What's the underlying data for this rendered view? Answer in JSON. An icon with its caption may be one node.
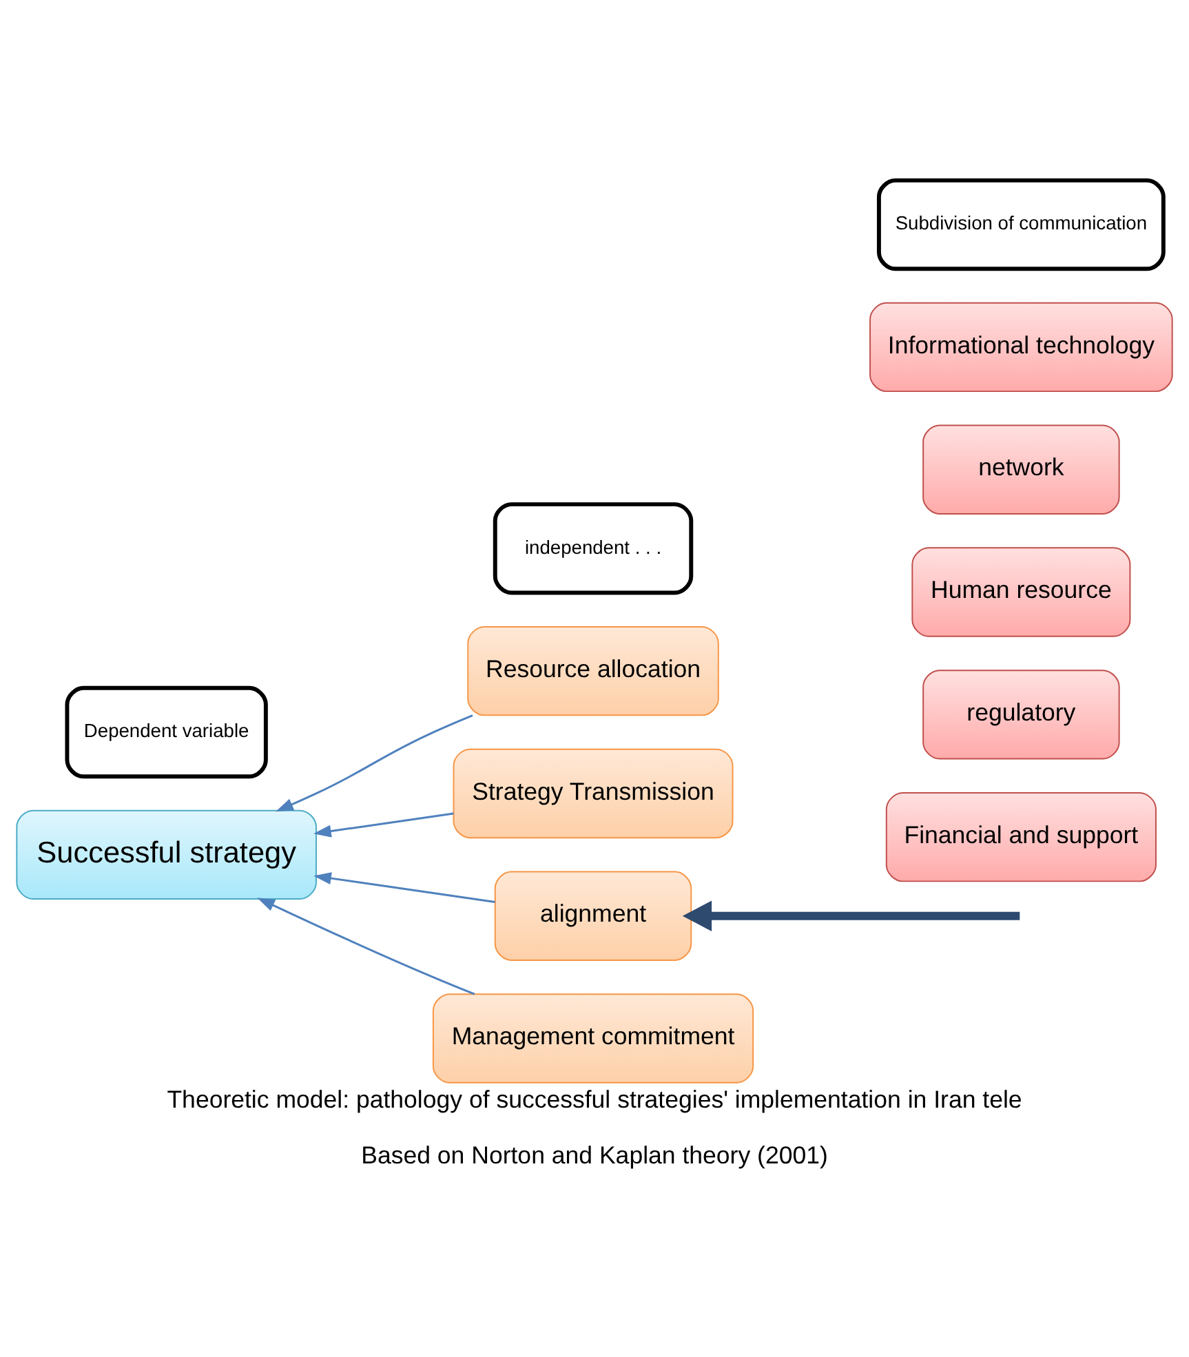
{
  "diagram": {
    "title": "Theoretic model: pathology of successful strategies' implementation in Iran tele",
    "caption": "Based on Norton and Kaplan theory (2001)",
    "nodes": [
      {
        "text": [
          "Dependent variable"
        ]
      },
      {
        "text": [
          "independent . . ."
        ]
      },
      {
        "text": [
          "Subdivision of communication"
        ]
      },
      {
        "text": [
          "Resource allocation"
        ]
      },
      {
        "text": [
          "Strategy Transmission"
        ]
      },
      {
        "text": [
          "alignment"
        ]
      },
      {
        "text": [
          "Management commitment"
        ]
      },
      {
        "text": [
          "Successful strategy"
        ]
      },
      {
        "text": [
          "Informational technology"
        ]
      },
      {
        "text": [
          "network"
        ]
      },
      {
        "text": [
          "Human resource"
        ]
      },
      {
        "text": [
          "regulatory"
        ]
      },
      {
        "text": [
          "Financial and support"
        ]
      }
    ],
    "edges": [
      {
        "from": 3,
        "to": 7,
        "arrow": "to"
      },
      {
        "from": 4,
        "to": 7,
        "arrow": "to"
      },
      {
        "from": 5,
        "to": 7,
        "arrow": "to"
      },
      {
        "from": 6,
        "to": 7,
        "arrow": "to"
      },
      {
        "from": null,
        "to": 5,
        "arrow": "to",
        "style": "thick",
        "color": "#2e4a6e"
      }
    ]
  }
}
